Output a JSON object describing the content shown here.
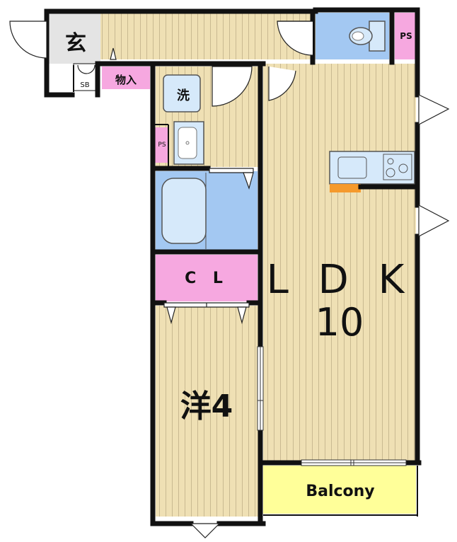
{
  "rooms": {
    "genkan": "玄",
    "storage": "物入",
    "shoe_box": "SB",
    "pipe_space_top": "PS",
    "pipe_space_side": "PS",
    "washer": "洗",
    "closet": "C L",
    "ldk": "L D K",
    "ldk_size": "10",
    "western_room": "洋4",
    "balcony": "Balcony"
  },
  "colors": {
    "floor": "#efe0b4",
    "floor_line": "#c9b991",
    "wall": "#111111",
    "wet_area": "#a3c8f2",
    "storage": "#f6a8e0",
    "balcony": "#ffff99",
    "genkan": "#e4e4e4",
    "appliance_fill": "#d6e9fa",
    "accent": "#f59a2d"
  }
}
